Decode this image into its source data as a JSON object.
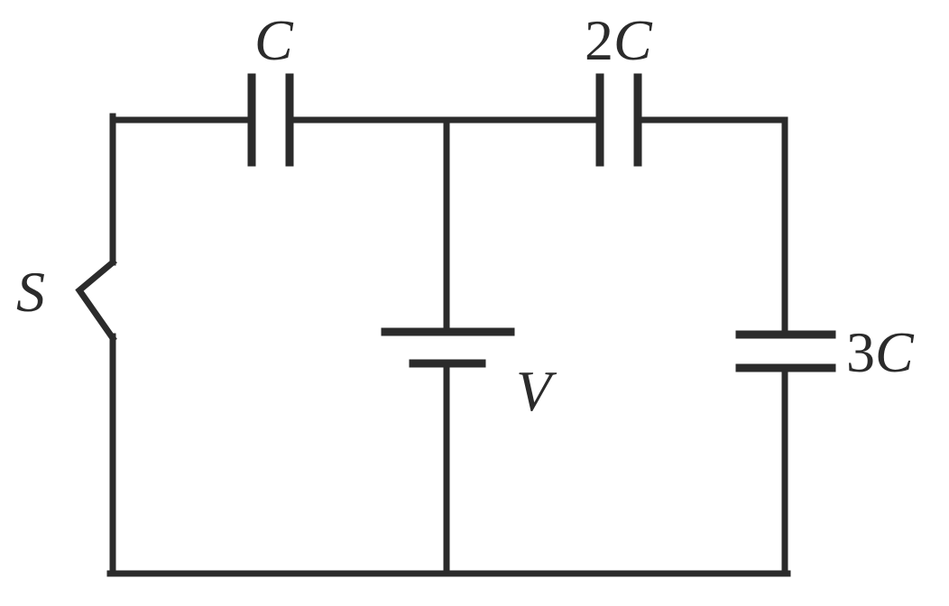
{
  "diagram": {
    "type": "circuit-schematic",
    "background": "#ffffff",
    "stroke_color": "#2b2b2b",
    "labels": {
      "switch": "S",
      "cap_top_left": "C",
      "cap_top_right_prefix": "2",
      "cap_top_right_symbol": "C",
      "battery": "V",
      "cap_right_prefix": "3",
      "cap_right_symbol": "C"
    },
    "components": [
      {
        "name": "switch",
        "label": "S",
        "kind": "open-switch",
        "position": "left side"
      },
      {
        "name": "capacitor-C",
        "label": "C",
        "kind": "capacitor",
        "position": "top-left branch"
      },
      {
        "name": "capacitor-2C",
        "label": "2C",
        "kind": "capacitor",
        "position": "top-right branch"
      },
      {
        "name": "battery-V",
        "label": "V",
        "kind": "battery",
        "position": "middle vertical branch"
      },
      {
        "name": "capacitor-3C",
        "label": "3C",
        "kind": "capacitor",
        "position": "right side"
      }
    ]
  }
}
